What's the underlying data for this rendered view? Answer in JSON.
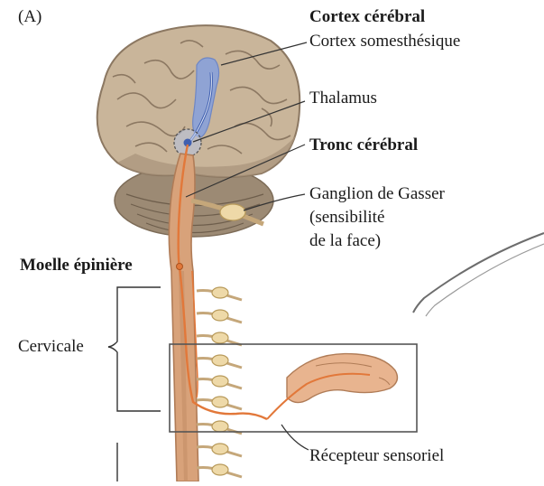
{
  "figure": {
    "panel_label": "(A)",
    "labels": {
      "cortex_cerebral": "Cortex cérébral",
      "cortex_somesthesique": "Cortex somesthésique",
      "thalamus": "Thalamus",
      "tronc_cerebral": "Tronc cérébral",
      "ganglion_line1": "Ganglion de Gasser",
      "ganglion_line2": "(sensibilité",
      "ganglion_line3": "de la face)",
      "moelle_epiniere": "Moelle épinière",
      "cervicale": "Cervicale",
      "recepteur": "Récepteur sensoriel"
    },
    "colors": {
      "brain": "#c9b59a",
      "brain_shadow": "#a8937a",
      "sulci": "#8c7862",
      "cortex_highlight": "#8fa3d4",
      "pathway_blue": "#3f5fb0",
      "pathway_orange": "#e2783a",
      "spinal_cord": "#d8a27a",
      "spinal_cord_edge": "#b07c57",
      "ganglia": "#eed9a8",
      "ganglia_edge": "#b89a5a",
      "cerebellum": "#9c8a74",
      "skin": "#e8b48f",
      "frame": "#555555",
      "arm_outline": "#6d6d6d"
    }
  }
}
